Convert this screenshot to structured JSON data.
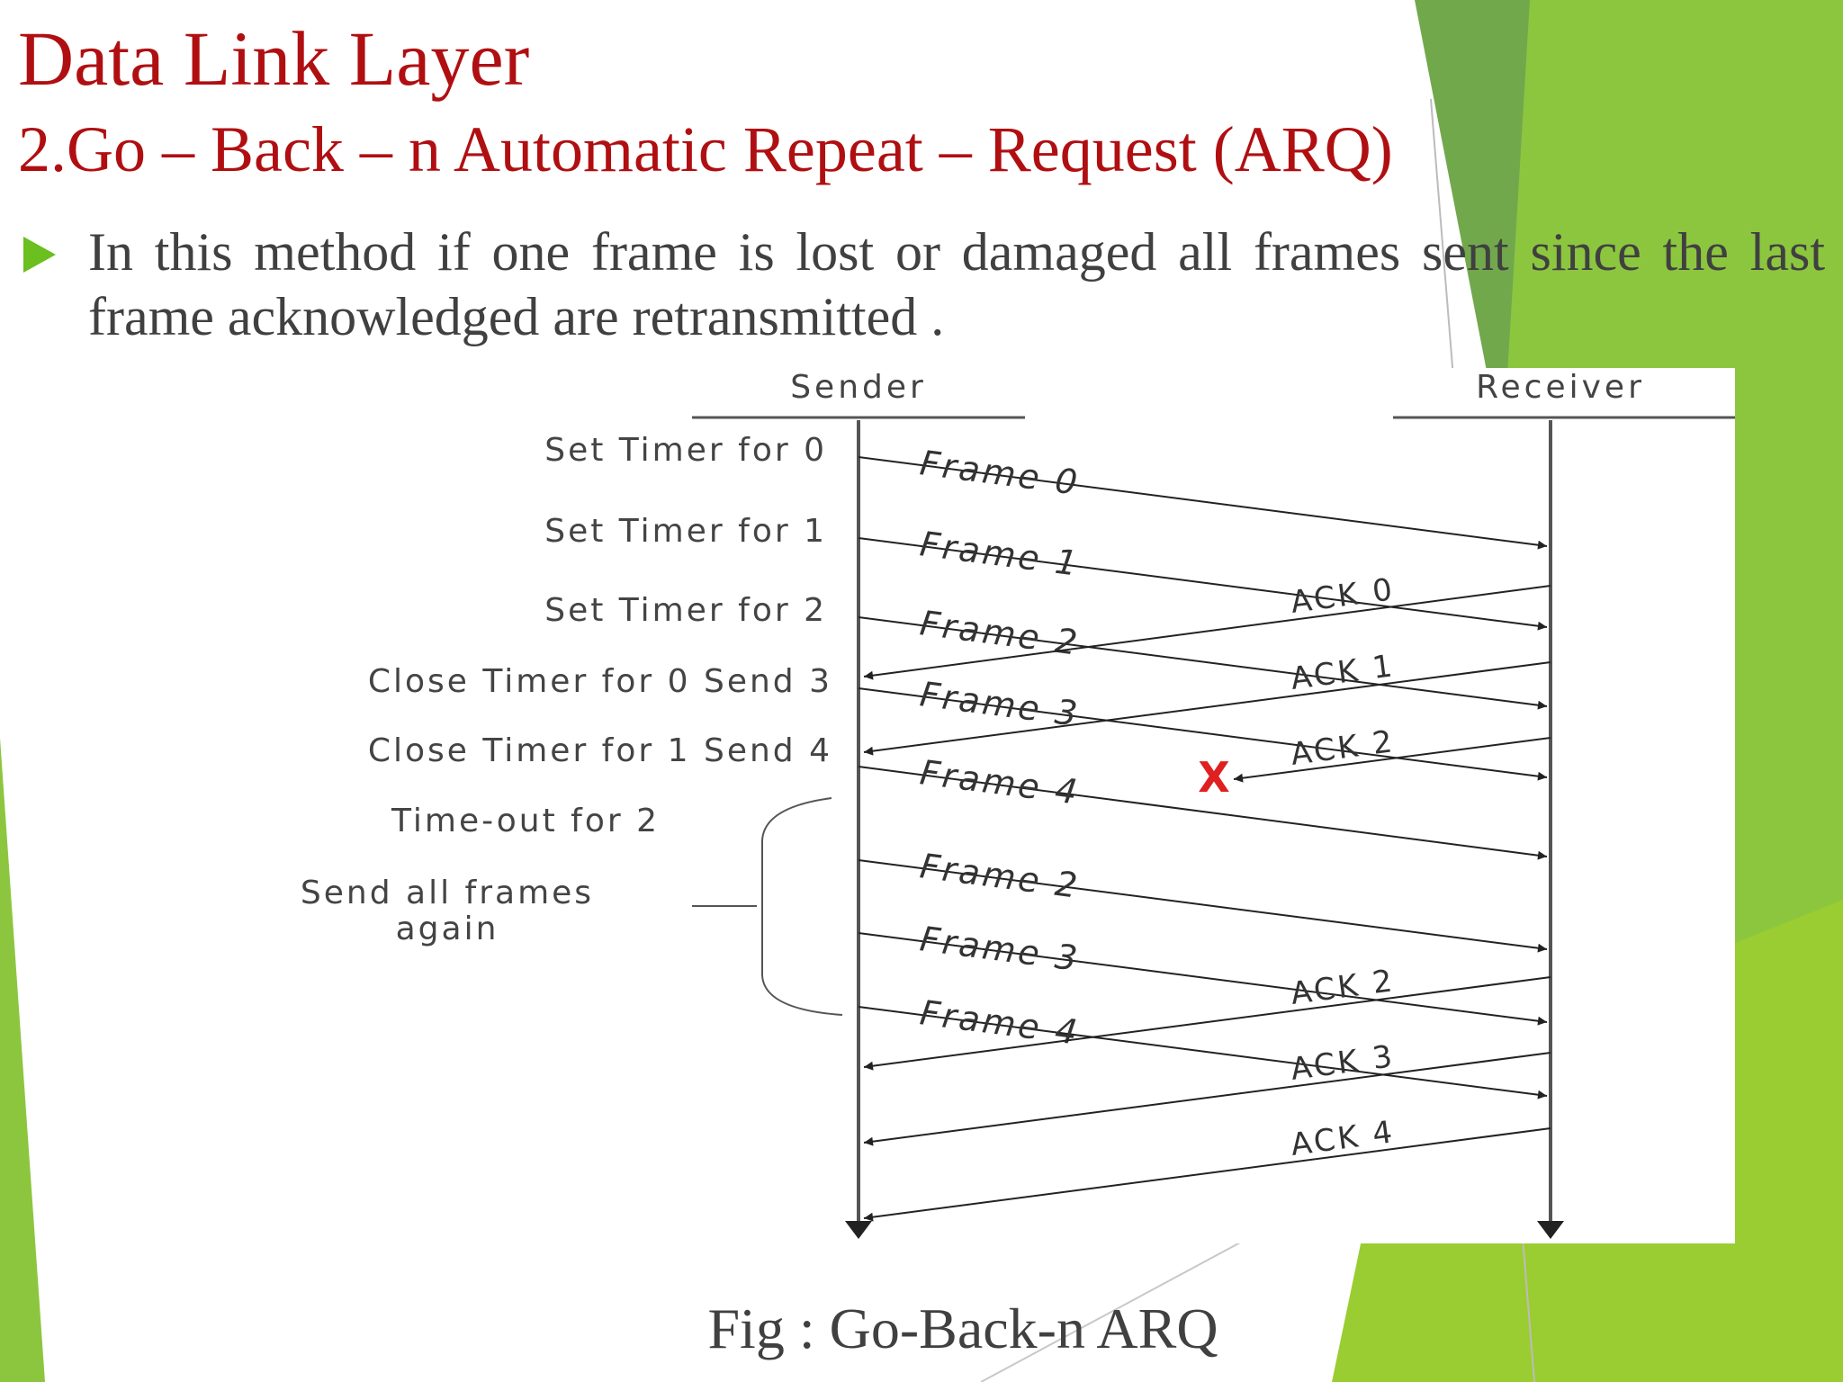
{
  "slide": {
    "title": "Data Link Layer",
    "subtitle": "2.Go – Back – n  Automatic Repeat – Request (ARQ)",
    "bullet": "In this method if one frame is lost or damaged all frames sent since the last frame acknowledged are retransmitted .",
    "caption": "Fig : Go-Back-n ARQ",
    "accent_green": "#6bbf1e",
    "title_color": "#b00f12"
  },
  "diagram": {
    "sender_label": "Sender",
    "receiver_label": "Receiver",
    "sender_events": [
      "Set Timer for 0",
      "Set Timer for 1",
      "Set Timer for 2",
      "Close Timer for 0 Send 3",
      "Close Timer for 1 Send 4",
      "Time-out for 2"
    ],
    "resend_note_line1": "Send all frames",
    "resend_note_line2": "again",
    "frames": [
      "Frame 0",
      "Frame 1",
      "Frame 2",
      "Frame 3",
      "Frame 4",
      "Frame 2",
      "Frame 3",
      "Frame 4"
    ],
    "acks": [
      "ACK 0",
      "ACK 1",
      "ACK 2",
      "ACK 2",
      "ACK 3",
      "ACK 4"
    ],
    "lost_marker": "X",
    "lost_color": "#e02020"
  }
}
